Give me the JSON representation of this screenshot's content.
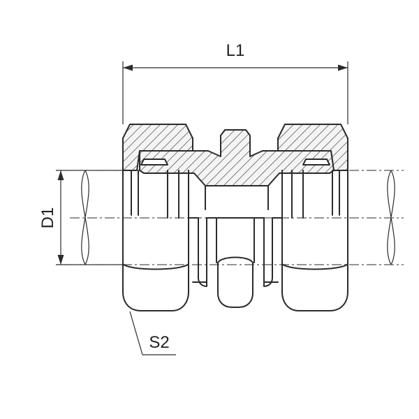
{
  "labels": {
    "overall_length": "L1",
    "tube_diameter": "D1",
    "nut_size": "S2"
  }
}
